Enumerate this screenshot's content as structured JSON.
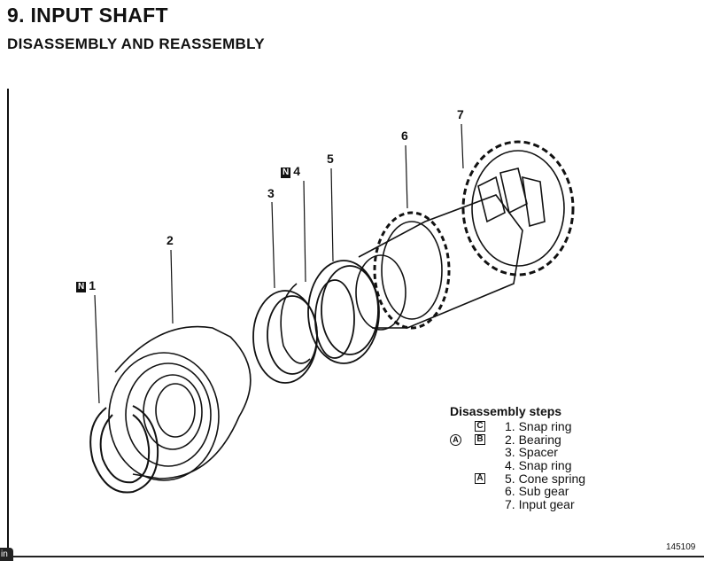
{
  "header": {
    "title": "9. INPUT SHAFT",
    "subtitle": "DISASSEMBLY AND REASSEMBLY"
  },
  "callouts": [
    {
      "num": "1",
      "badge": "N"
    },
    {
      "num": "2"
    },
    {
      "num": "3"
    },
    {
      "num": "4",
      "badge": "N"
    },
    {
      "num": "5"
    },
    {
      "num": "6"
    },
    {
      "num": "7"
    }
  ],
  "steps": {
    "title": "Disassembly steps",
    "items": [
      {
        "label": "1. Snap ring",
        "mark": "C"
      },
      {
        "label": "2. Bearing",
        "mark": "B",
        "circle": "A"
      },
      {
        "label": "3. Spacer"
      },
      {
        "label": "4. Snap ring"
      },
      {
        "label": "5. Cone spring",
        "mark": "A"
      },
      {
        "label": "6. Sub gear"
      },
      {
        "label": "7. Input gear"
      }
    ]
  },
  "figure_number": "145109",
  "corner_badge": "in"
}
